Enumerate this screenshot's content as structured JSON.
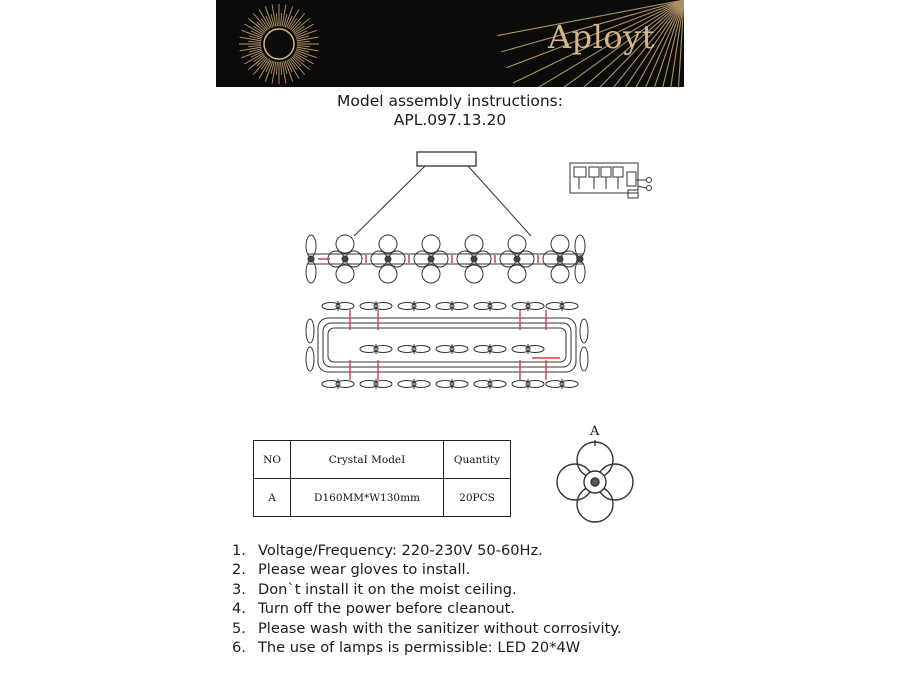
{
  "header": {
    "brand": "Aployt",
    "colors": {
      "background": "#0c0b0a",
      "accent": "#d4b58b"
    }
  },
  "title": {
    "line1": "Model assembly instructions:",
    "line2": "APL.097.13.20"
  },
  "detail_label": "A",
  "crystal_table": {
    "headers": [
      "NO",
      "CrystaI  ModeI",
      "Quantity"
    ],
    "rows": [
      [
        "A",
        "D160MM*W130mm",
        "20PCS"
      ]
    ]
  },
  "notes": [
    {
      "num": "1.",
      "text": "Voltage/Frequency: 220-230V 50-60Hz."
    },
    {
      "num": "2.",
      "text": "Please wear gloves to install."
    },
    {
      "num": "3.",
      "text": "Don`t install it on the moist ceiling."
    },
    {
      "num": "4.",
      "text": "Turn off the power before cleanout."
    },
    {
      "num": "5.",
      "text": "Please wash with the sanitizer without corrosivity."
    },
    {
      "num": "6.",
      "text": "The use of lamps is permissible: LED 20*4W"
    }
  ]
}
